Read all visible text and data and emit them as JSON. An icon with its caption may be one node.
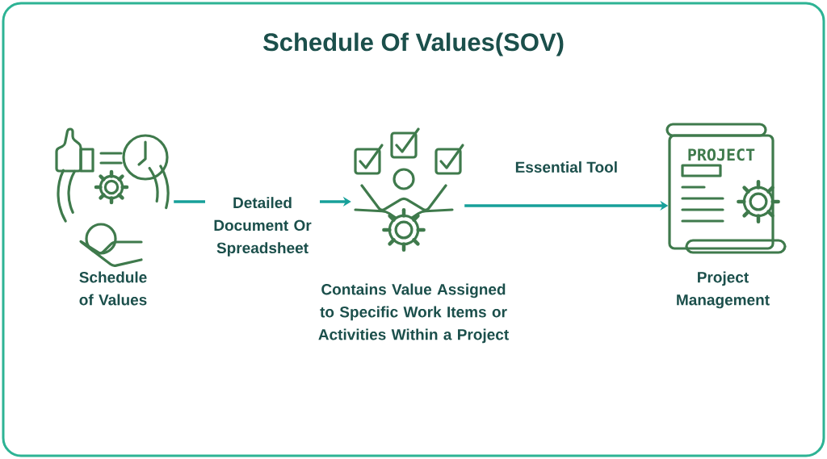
{
  "diagram": {
    "title": "Schedule Of Values(SOV)",
    "nodes": [
      {
        "text": [],
        "shape": "picture",
        "beside": [
          "Schedule of Values"
        ]
      },
      {
        "text": [],
        "shape": "picture",
        "beside": [
          "Contains Value Assigned to Specific Work Items or Activities Within a Project"
        ]
      },
      {
        "text": [
          "PROJECT"
        ],
        "beside": [
          "Project Management"
        ]
      }
    ],
    "edges": [
      {
        "from": 0,
        "to": 1,
        "arrow": "to",
        "label": "Detailed Document Or Spreadsheet"
      },
      {
        "from": 1,
        "to": 2,
        "arrow": "to",
        "label": "Essential Tool"
      }
    ]
  }
}
